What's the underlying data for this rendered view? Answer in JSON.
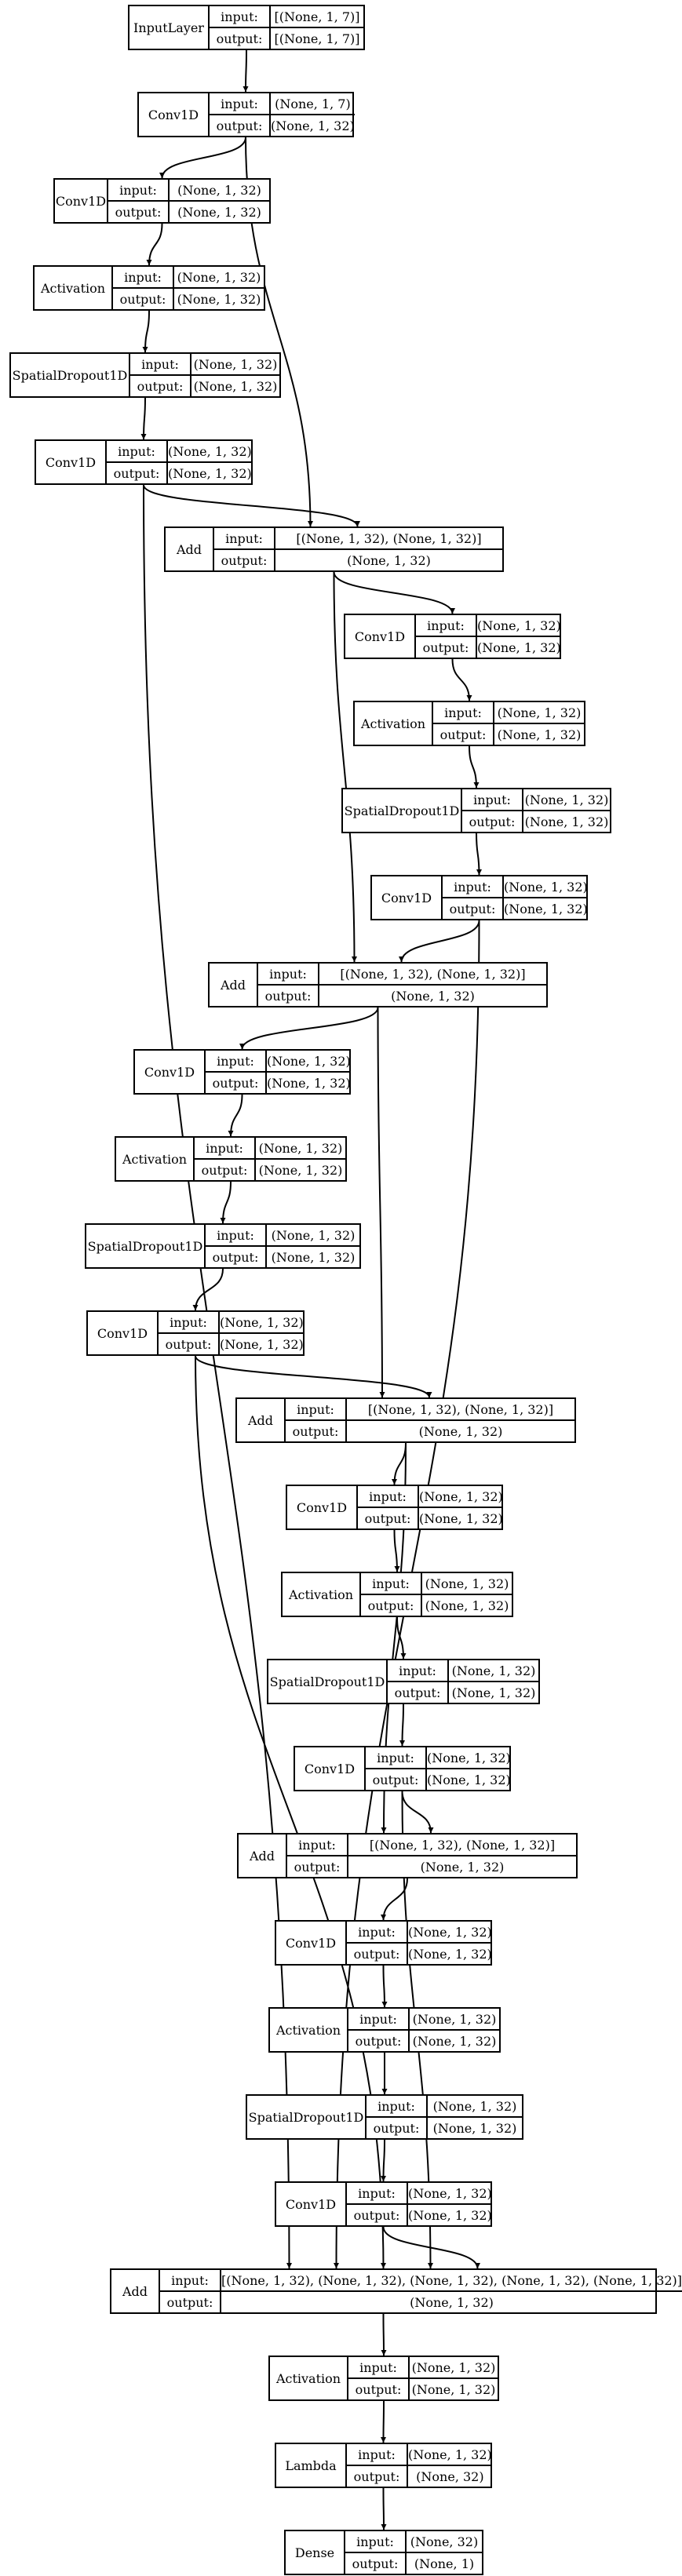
{
  "labels": {
    "input": "input:",
    "output": "output:"
  },
  "nodes": [
    {
      "id": "input_layer",
      "type": "InputLayer",
      "input": "[(None, 1, 7)]",
      "output": "[(None, 1, 7)]"
    },
    {
      "id": "conv1d_0",
      "type": "Conv1D",
      "input": "(None, 1, 7)",
      "output": "(None, 1, 32)"
    },
    {
      "id": "conv1d_1",
      "type": "Conv1D",
      "input": "(None, 1, 32)",
      "output": "(None, 1, 32)"
    },
    {
      "id": "activation_1",
      "type": "Activation",
      "input": "(None, 1, 32)",
      "output": "(None, 1, 32)"
    },
    {
      "id": "dropout_1",
      "type": "SpatialDropout1D",
      "input": "(None, 1, 32)",
      "output": "(None, 1, 32)"
    },
    {
      "id": "conv1d_2",
      "type": "Conv1D",
      "input": "(None, 1, 32)",
      "output": "(None, 1, 32)"
    },
    {
      "id": "add_1",
      "type": "Add",
      "input": "[(None, 1, 32), (None, 1, 32)]",
      "output": "(None, 1, 32)"
    },
    {
      "id": "conv1d_3",
      "type": "Conv1D",
      "input": "(None, 1, 32)",
      "output": "(None, 1, 32)"
    },
    {
      "id": "activation_2",
      "type": "Activation",
      "input": "(None, 1, 32)",
      "output": "(None, 1, 32)"
    },
    {
      "id": "dropout_2",
      "type": "SpatialDropout1D",
      "input": "(None, 1, 32)",
      "output": "(None, 1, 32)"
    },
    {
      "id": "conv1d_4",
      "type": "Conv1D",
      "input": "(None, 1, 32)",
      "output": "(None, 1, 32)"
    },
    {
      "id": "add_2",
      "type": "Add",
      "input": "[(None, 1, 32), (None, 1, 32)]",
      "output": "(None, 1, 32)"
    },
    {
      "id": "conv1d_5",
      "type": "Conv1D",
      "input": "(None, 1, 32)",
      "output": "(None, 1, 32)"
    },
    {
      "id": "activation_3",
      "type": "Activation",
      "input": "(None, 1, 32)",
      "output": "(None, 1, 32)"
    },
    {
      "id": "dropout_3",
      "type": "SpatialDropout1D",
      "input": "(None, 1, 32)",
      "output": "(None, 1, 32)"
    },
    {
      "id": "conv1d_6",
      "type": "Conv1D",
      "input": "(None, 1, 32)",
      "output": "(None, 1, 32)"
    },
    {
      "id": "add_3",
      "type": "Add",
      "input": "[(None, 1, 32), (None, 1, 32)]",
      "output": "(None, 1, 32)"
    },
    {
      "id": "conv1d_7",
      "type": "Conv1D",
      "input": "(None, 1, 32)",
      "output": "(None, 1, 32)"
    },
    {
      "id": "activation_4",
      "type": "Activation",
      "input": "(None, 1, 32)",
      "output": "(None, 1, 32)"
    },
    {
      "id": "dropout_4",
      "type": "SpatialDropout1D",
      "input": "(None, 1, 32)",
      "output": "(None, 1, 32)"
    },
    {
      "id": "conv1d_8",
      "type": "Conv1D",
      "input": "(None, 1, 32)",
      "output": "(None, 1, 32)"
    },
    {
      "id": "add_4",
      "type": "Add",
      "input": "[(None, 1, 32), (None, 1, 32)]",
      "output": "(None, 1, 32)"
    },
    {
      "id": "conv1d_9",
      "type": "Conv1D",
      "input": "(None, 1, 32)",
      "output": "(None, 1, 32)"
    },
    {
      "id": "activation_5",
      "type": "Activation",
      "input": "(None, 1, 32)",
      "output": "(None, 1, 32)"
    },
    {
      "id": "dropout_5",
      "type": "SpatialDropout1D",
      "input": "(None, 1, 32)",
      "output": "(None, 1, 32)"
    },
    {
      "id": "conv1d_10",
      "type": "Conv1D",
      "input": "(None, 1, 32)",
      "output": "(None, 1, 32)"
    },
    {
      "id": "add_final",
      "type": "Add",
      "input": "[(None, 1, 32), (None, 1, 32), (None, 1, 32), (None, 1, 32), (None, 1, 32)]",
      "output": "(None, 1, 32)"
    },
    {
      "id": "activation_final",
      "type": "Activation",
      "input": "(None, 1, 32)",
      "output": "(None, 1, 32)"
    },
    {
      "id": "lambda",
      "type": "Lambda",
      "input": "(None, 1, 32)",
      "output": "(None, 32)"
    },
    {
      "id": "dense",
      "type": "Dense",
      "input": "(None, 32)",
      "output": "(None, 1)"
    }
  ],
  "edges": [
    [
      "input_layer",
      "conv1d_0"
    ],
    [
      "conv1d_0",
      "conv1d_1"
    ],
    [
      "conv1d_0",
      "add_1"
    ],
    [
      "conv1d_1",
      "activation_1"
    ],
    [
      "activation_1",
      "dropout_1"
    ],
    [
      "dropout_1",
      "conv1d_2"
    ],
    [
      "conv1d_2",
      "add_1"
    ],
    [
      "conv1d_2",
      "add_final"
    ],
    [
      "add_1",
      "conv1d_3"
    ],
    [
      "add_1",
      "add_2"
    ],
    [
      "conv1d_3",
      "activation_2"
    ],
    [
      "activation_2",
      "dropout_2"
    ],
    [
      "dropout_2",
      "conv1d_4"
    ],
    [
      "conv1d_4",
      "add_2"
    ],
    [
      "conv1d_4",
      "add_final"
    ],
    [
      "add_2",
      "conv1d_5"
    ],
    [
      "add_2",
      "add_3"
    ],
    [
      "conv1d_5",
      "activation_3"
    ],
    [
      "activation_3",
      "dropout_3"
    ],
    [
      "dropout_3",
      "conv1d_6"
    ],
    [
      "conv1d_6",
      "add_3"
    ],
    [
      "conv1d_6",
      "add_final"
    ],
    [
      "add_3",
      "conv1d_7"
    ],
    [
      "add_3",
      "add_4"
    ],
    [
      "conv1d_7",
      "activation_4"
    ],
    [
      "activation_4",
      "dropout_4"
    ],
    [
      "dropout_4",
      "conv1d_8"
    ],
    [
      "conv1d_8",
      "add_4"
    ],
    [
      "conv1d_8",
      "add_final"
    ],
    [
      "add_4",
      "conv1d_9"
    ],
    [
      "conv1d_9",
      "activation_5"
    ],
    [
      "activation_5",
      "dropout_5"
    ],
    [
      "dropout_5",
      "conv1d_10"
    ],
    [
      "conv1d_10",
      "add_final"
    ],
    [
      "add_final",
      "activation_final"
    ],
    [
      "activation_final",
      "lambda"
    ],
    [
      "lambda",
      "dense"
    ]
  ]
}
